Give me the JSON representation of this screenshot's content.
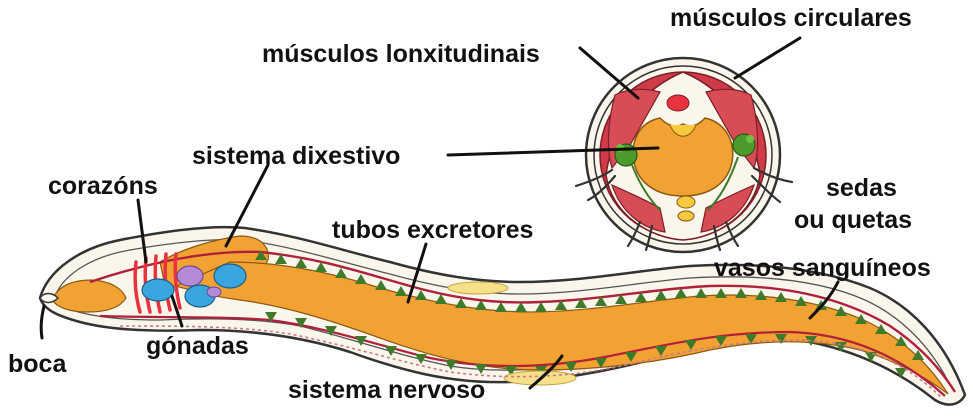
{
  "labels": {
    "musculos_circulares": "músculos circulares",
    "musculos_lonxitudinais": "músculos lonxitudinais",
    "sistema_dixestivo": "sistema dixestivo",
    "corazons": "corazóns",
    "sedas_line1": "sedas",
    "sedas_line2": "ou quetas",
    "tubos_excretores": "tubos excretores",
    "vasos_sanguineos": "vasos sanguíneos",
    "gonadas": "gónadas",
    "boca": "boca",
    "sistema_nervoso": "sistema nervoso"
  },
  "colors": {
    "muscle_red": "#cf3b47",
    "gut_orange": "#f2a233",
    "gut_yellow": "#f7c93e",
    "heart_red": "#e8323f",
    "gonad_blue": "#3aa6e0",
    "gonad_violet": "#b38bd8",
    "nephridia_green": "#3f7a2a",
    "vessel_red": "#b0203a",
    "body_cream": "#fbf6ec",
    "outline": "#333333"
  }
}
